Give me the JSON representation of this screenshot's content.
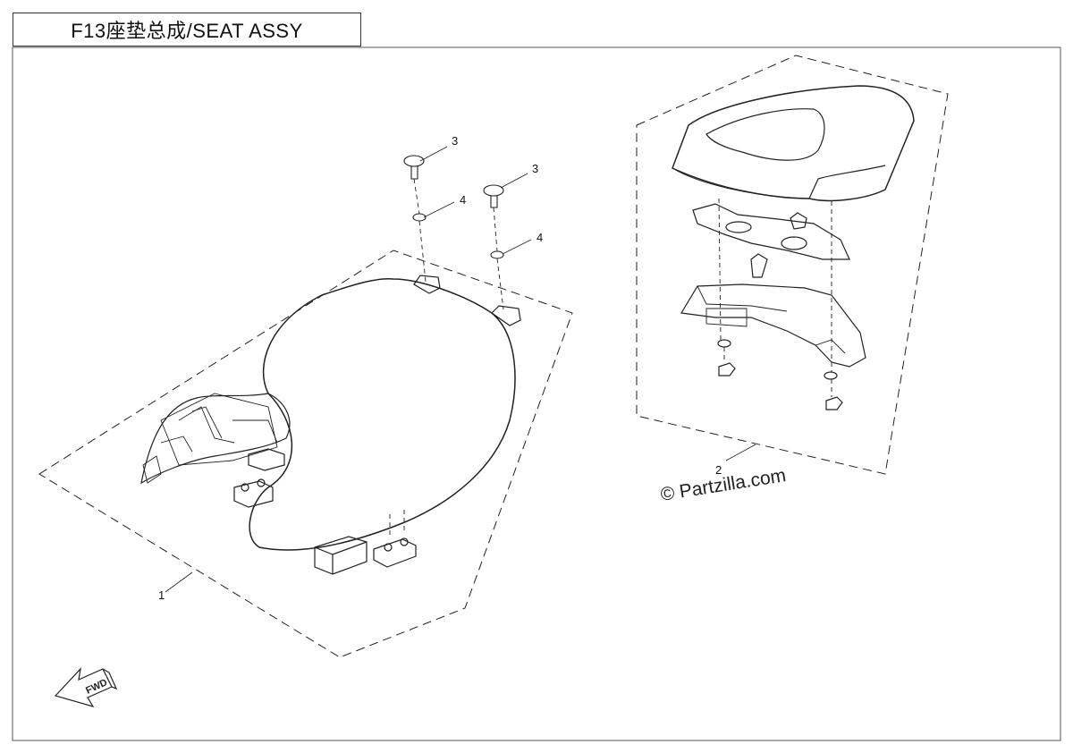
{
  "title": "F13座垫总成/SEAT ASSY",
  "watermark": "© Partzilla.com",
  "direction_label": "FWD",
  "callouts": [
    "1",
    "2",
    "3",
    "3",
    "4",
    "4"
  ],
  "colors": {
    "line": "#222222",
    "frame": "#555555",
    "background": "#ffffff"
  }
}
